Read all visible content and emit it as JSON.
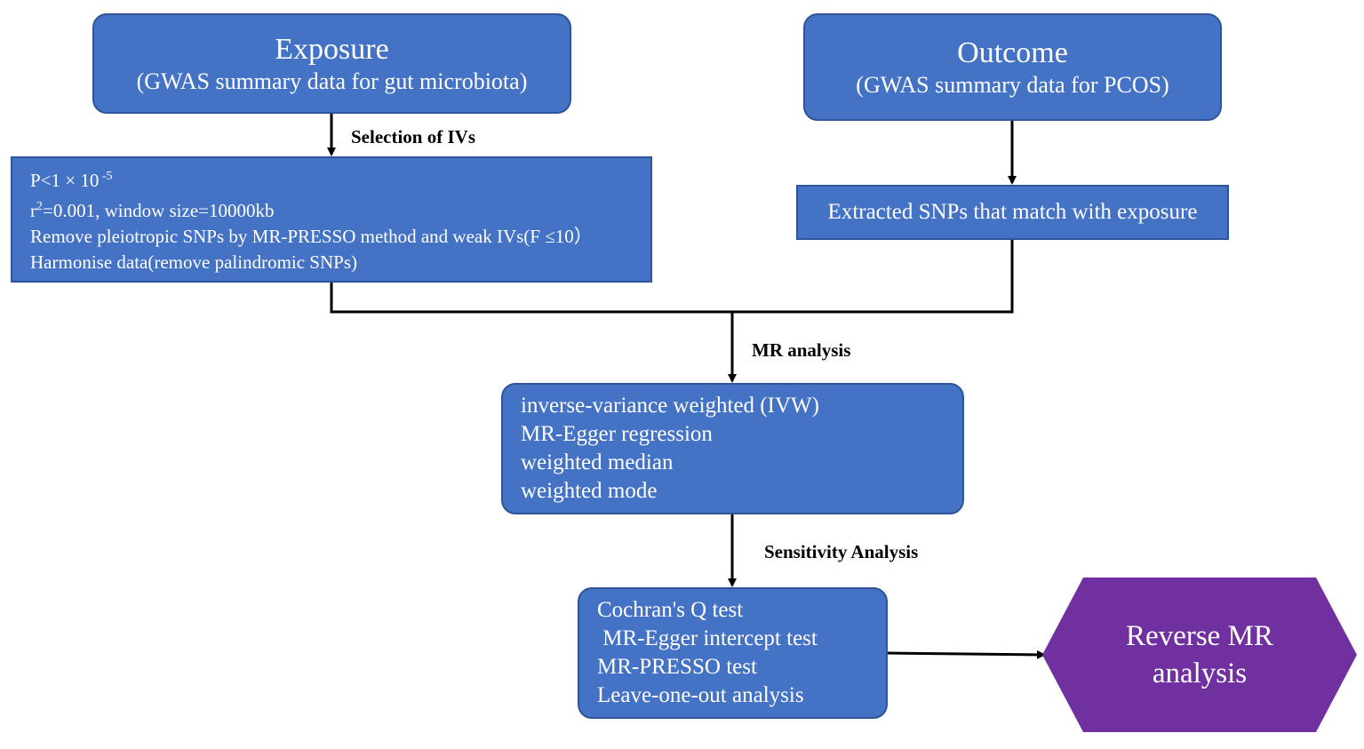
{
  "exposure": {
    "title": "Exposure",
    "subtitle": "(GWAS summary data for gut microbiota)"
  },
  "outcome": {
    "title": "Outcome",
    "subtitle": "(GWAS summary data for PCOS)"
  },
  "edges": {
    "selection": "Selection of IVs",
    "mr": "MR analysis",
    "sensitivity": "Sensitivity Analysis"
  },
  "selection_box": {
    "line1_base": "P<1 × 10",
    "line1_exp": " -5",
    "line2_r": "r",
    "line2_exp": "2",
    "line2_rest": "=0.001, window size=10000kb",
    "line3": "Remove pleiotropic SNPs by MR-PRESSO method and weak IVs(F ≤10）",
    "line4": "Harmonise data(remove palindromic SNPs)"
  },
  "extracted": {
    "text": "Extracted SNPs that match with exposure"
  },
  "methods": [
    "inverse-variance weighted (IVW)",
    "MR-Egger regression",
    "weighted median",
    "weighted mode"
  ],
  "tests": [
    "Cochran's Q test",
    " MR-Egger intercept test",
    "MR-PRESSO test",
    "Leave-one-out analysis"
  ],
  "reverse": {
    "text": "Reverse MR analysis"
  },
  "colors": {
    "box": "#4472c4",
    "border": "#2f5597",
    "reverse": "#7030a0",
    "line": "#000000"
  }
}
